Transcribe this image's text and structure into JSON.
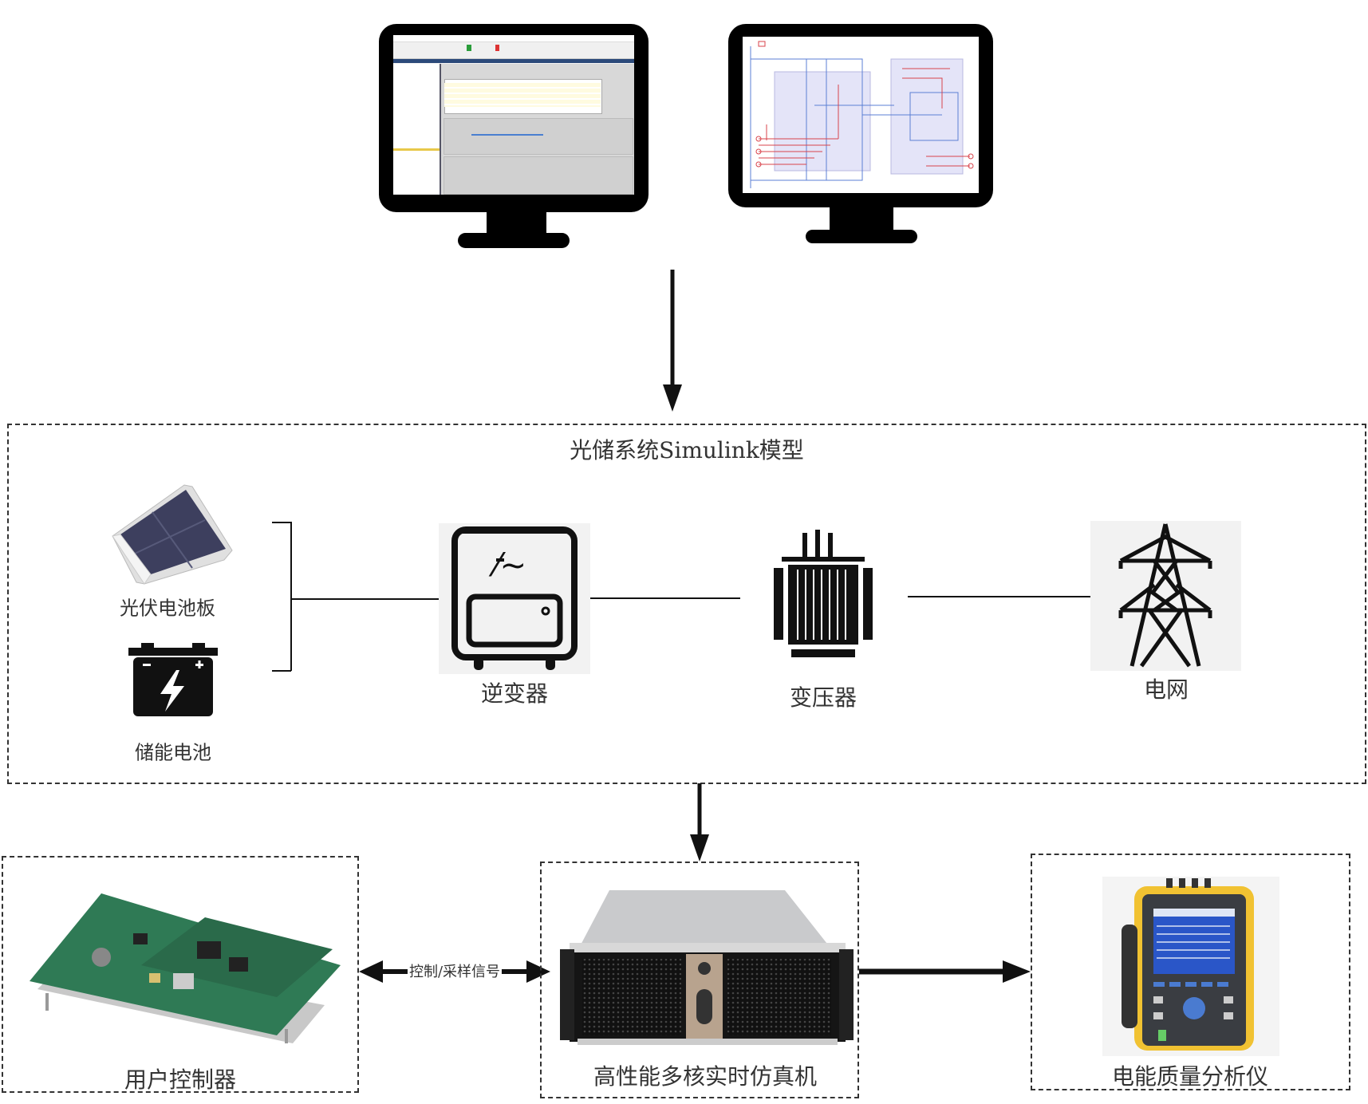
{
  "diagram": {
    "model_box": {
      "title": "光储系统Simulink模型"
    },
    "components": {
      "pv_panel": "光伏电池板",
      "battery": "储能电池",
      "inverter": "逆变器",
      "transformer": "变压器",
      "grid": "电网"
    },
    "hardware": {
      "controller": "用户控制器",
      "simulator": "高性能多核实时仿真机",
      "analyzer": "电能质量分析仪"
    },
    "signal_label": "控制/采样信号",
    "icons": [
      "monitor-icon",
      "solar-panel-icon",
      "battery-icon",
      "inverter-icon",
      "transformer-icon",
      "power-tower-icon",
      "circuit-board-image",
      "rack-server-image",
      "power-analyzer-image"
    ],
    "colors": {
      "line": "#111111",
      "schematic_red": "#d9434b",
      "schematic_blue": "#5b7fd4",
      "block_fill": "#e4e4f8"
    }
  }
}
